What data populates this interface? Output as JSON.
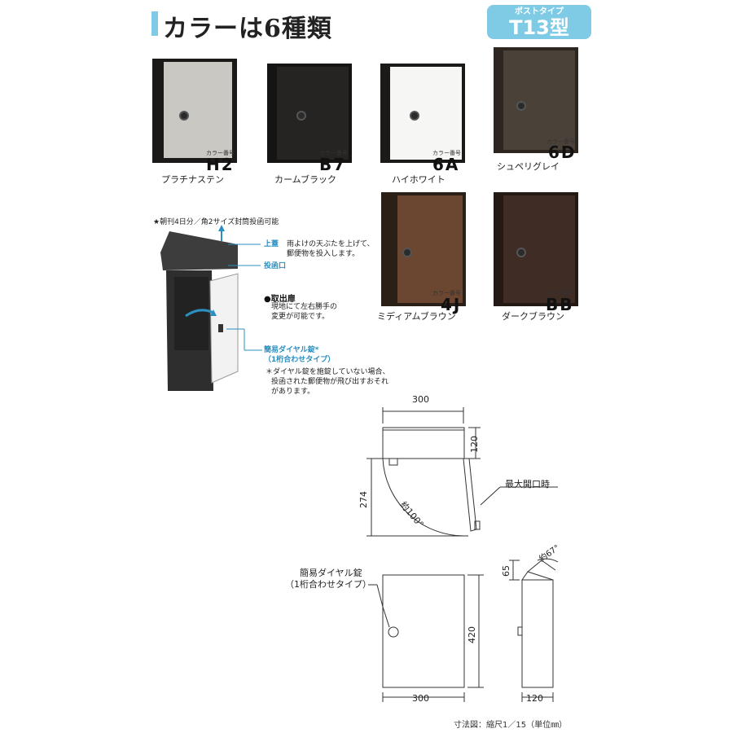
{
  "title": "カラーは6種類",
  "badge": {
    "sub": "ポストタイプ",
    "main": "T13型"
  },
  "code_label": "カラー番号",
  "colors": [
    {
      "code": "H2",
      "name": "プラチナステン",
      "face": "#c9c8c3",
      "body": "#1c1a18"
    },
    {
      "code": "B7",
      "name": "カームブラック",
      "face": "#262422",
      "body": "#161412"
    },
    {
      "code": "6A",
      "name": "ハイホワイト",
      "face": "#f6f6f4",
      "body": "#1c1a18"
    },
    {
      "code": "6D",
      "name": "シュペリグレイ",
      "face": "#4a4138",
      "body": "#2c2520"
    },
    {
      "code": "4J",
      "name": "ミディアムブラウン",
      "face": "#6b4630",
      "body": "#2a2018"
    },
    {
      "code": "BB",
      "name": "ダークブラウン",
      "face": "#3f2d25",
      "body": "#241914"
    }
  ],
  "feature_note": "★朝刊4日分／角2サイズ封筒投函可能",
  "callouts": {
    "lid_label": "上蓋",
    "lid_text": "雨よけの天ぶたを上げて、",
    "lid_text2": "郵便物を投入します。",
    "slot_label": "投函口",
    "door_label": "●取出扉",
    "door_text": "現地にて左右勝手の",
    "door_text2": "変更が可能です。",
    "dial_label": "簡易ダイヤル錠*",
    "dial_label2": "（1桁合わせタイプ）",
    "dial_note": "＊ダイヤル錠を施錠していない場合、",
    "dial_note2": "投函された郵便物が飛び出すおそれ",
    "dial_note3": "があります。"
  },
  "drawing": {
    "top_width": "300",
    "top_depth": "120",
    "open_height": "274",
    "open_angle": "約100°",
    "max_open": "最大開口時",
    "lock_label": "簡易ダイヤル錠",
    "lock_label2": "（1桁合わせタイプ）",
    "front_height": "420",
    "front_width": "300",
    "side_lid": "65",
    "side_angle": "約67°",
    "side_depth": "120"
  },
  "footer": "寸法図：縮尺1／15（単位㎜）"
}
